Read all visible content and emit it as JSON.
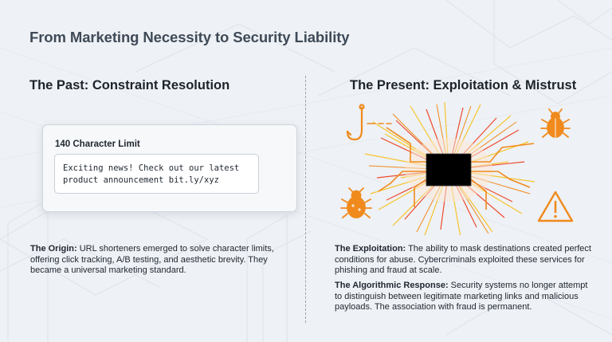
{
  "title": "From Marketing Necessity to Security Liability",
  "left": {
    "heading": "The Past: Constraint Resolution",
    "card": {
      "label": "140 Character Limit",
      "tweet_line1": "Exciting news! Check out our latest",
      "tweet_line2": "product announcement bit.ly/xyz"
    },
    "origin": {
      "lead": "The Origin:",
      "text": " URL shorteners emerged to solve character limits, offering click tracking, A/B testing, and aesthetic brevity. They became a universal marketing standard."
    }
  },
  "right": {
    "heading": "The Present: Exploitation & Mistrust",
    "exploitation": {
      "lead": "The Exploitation:",
      "text": " The ability to mask destinations created perfect conditions for abuse. Cybercriminals exploited these services for phishing and fraud at scale."
    },
    "algorithmic": {
      "lead": "The Algorithmic Response:",
      "text": " Security systems no longer attempt to distinguish between legitimate marketing links and malicious payloads. The association with fraud is permanent."
    }
  },
  "colors": {
    "accent_orange": "#f08a1c",
    "spark_red": "#ef4b2e",
    "spark_yellow": "#f7c52d",
    "core_black": "#000000"
  },
  "icons": [
    "hook-icon",
    "bug-icon",
    "warning-icon"
  ]
}
